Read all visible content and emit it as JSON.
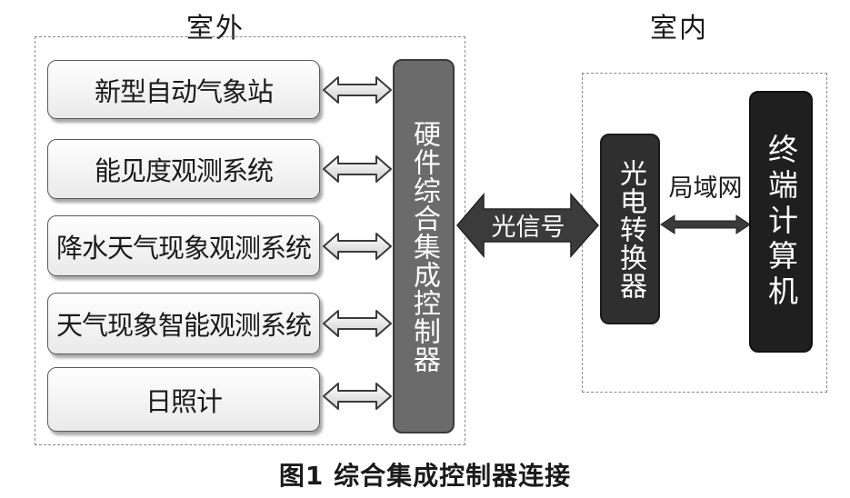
{
  "regions": {
    "outdoor": "室外",
    "indoor": "室内"
  },
  "outdoor_systems": [
    "新型自动气象站",
    "能见度观测系统",
    "降水天气现象观测系统",
    "天气现象智能观测系统",
    "日照计"
  ],
  "controller": "硬件综合集成控制器",
  "optical_signal": "光信号",
  "converter": "光电转换器",
  "lan": "局域网",
  "terminal": "终端计算机",
  "caption": "图1    综合集成控制器连接"
}
